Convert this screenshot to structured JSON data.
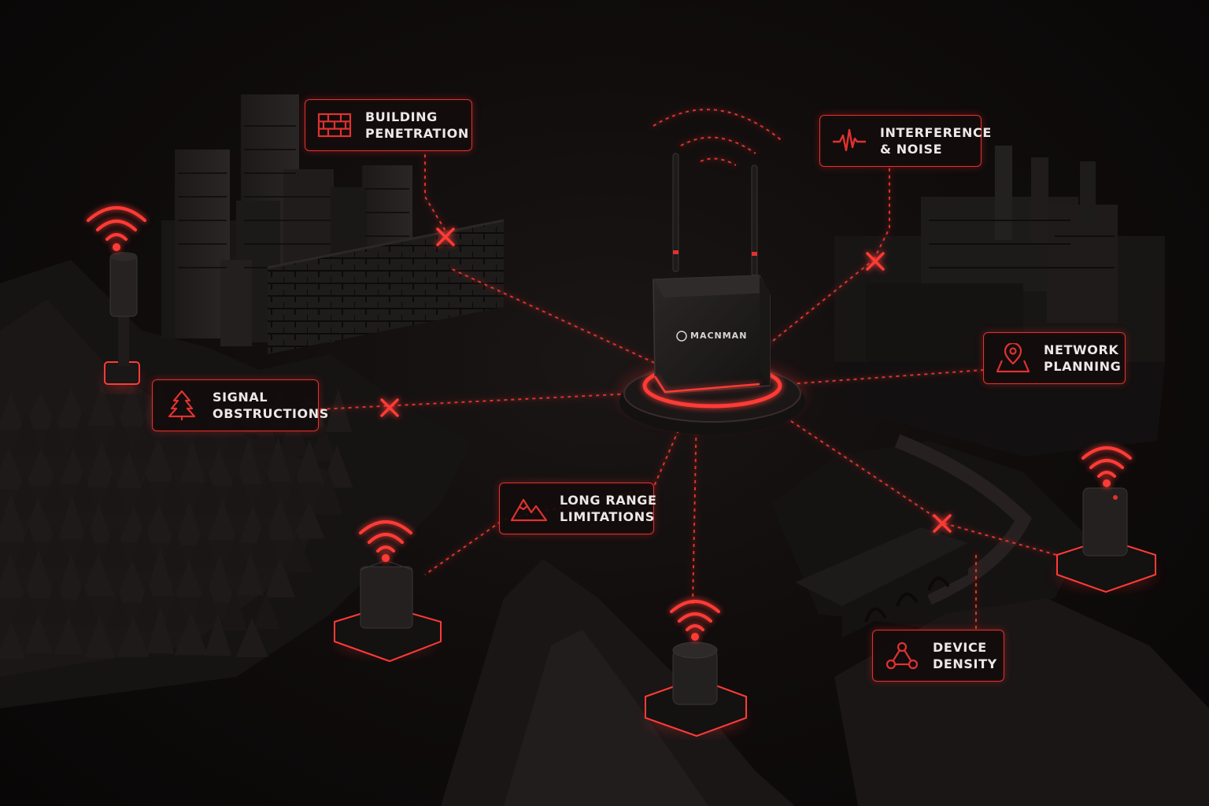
{
  "brand": {
    "name": "MACNMAN"
  },
  "colors": {
    "accent": "#e0322f",
    "background": "#0b0909",
    "text": "#ece8e6"
  },
  "labels": {
    "building": {
      "line1": "BUILDING",
      "line2": "PENETRATION",
      "icon": "brick-wall-icon"
    },
    "interference": {
      "line1": "INTERFERENCE",
      "line2": "& NOISE",
      "icon": "signal-pulse-icon"
    },
    "obstructions": {
      "line1": "SIGNAL",
      "line2": "OBSTRUCTIONS",
      "icon": "tree-icon"
    },
    "network": {
      "line1": "NETWORK",
      "line2": "PLANNING",
      "icon": "map-pin-icon"
    },
    "range": {
      "line1": "LONG RANGE",
      "line2": "LIMITATIONS",
      "icon": "mountain-icon"
    },
    "density": {
      "line1": "DEVICE",
      "line2": "DENSITY",
      "icon": "network-nodes-icon"
    }
  }
}
